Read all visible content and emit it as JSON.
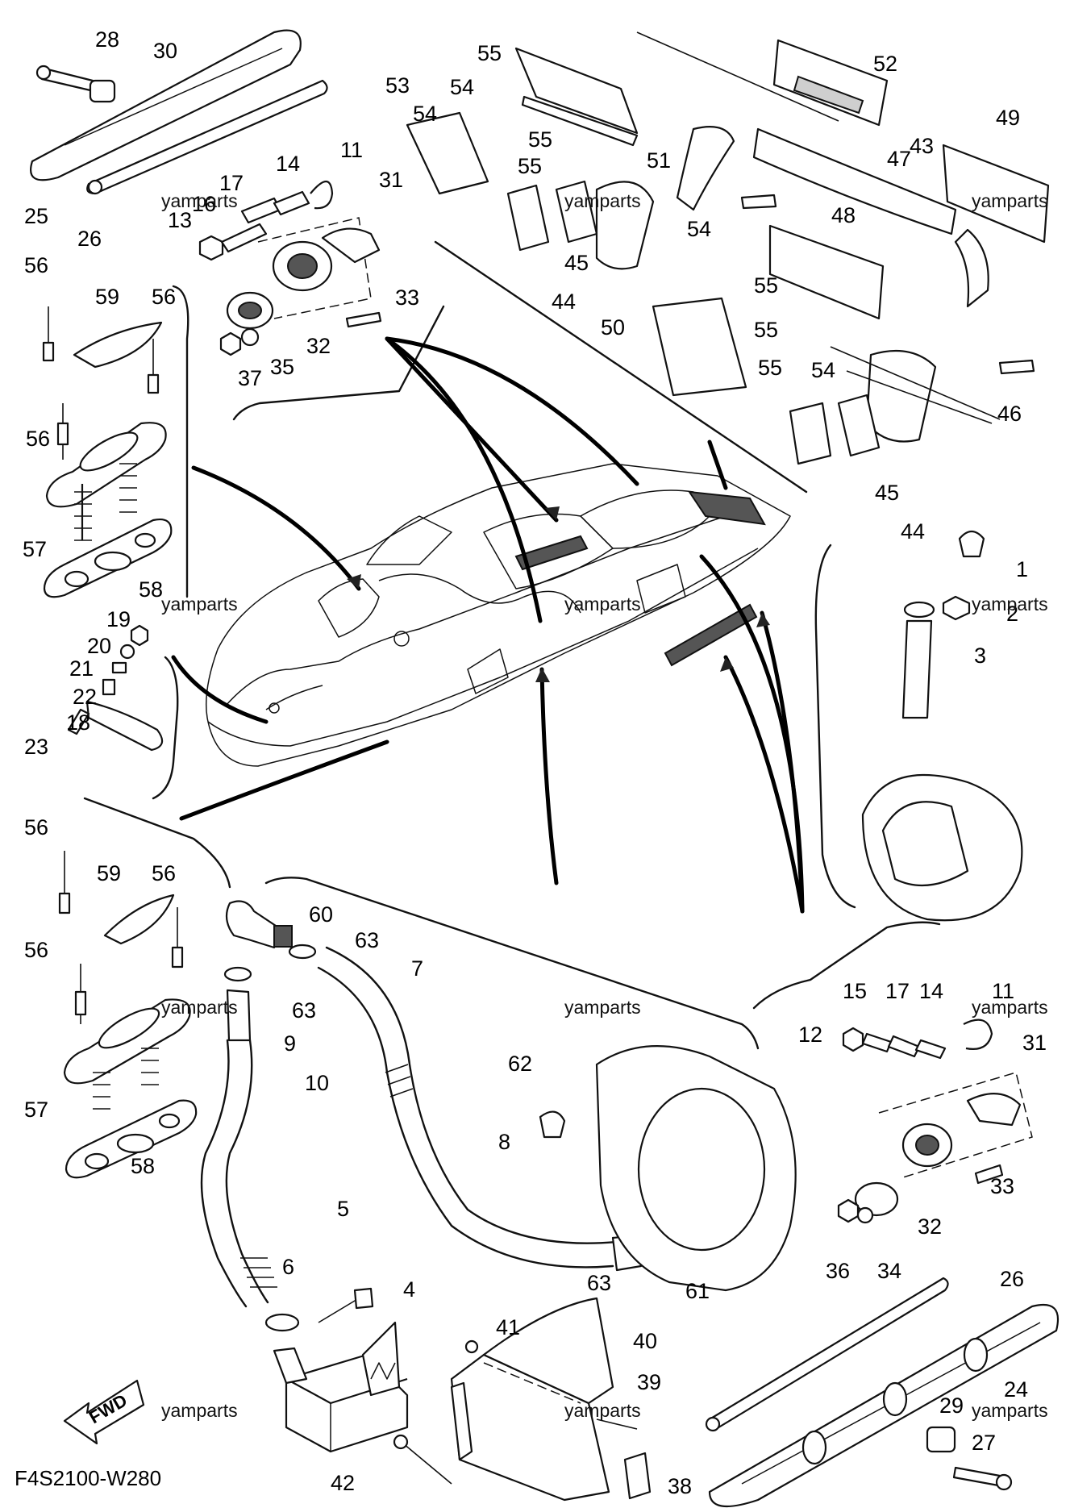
{
  "diagram": {
    "code": "F4S2100-W280",
    "watermark": "yamparts",
    "fwd_label": "FWD",
    "callouts": [
      "28",
      "30",
      "25",
      "26",
      "17",
      "14",
      "11",
      "16",
      "13",
      "31",
      "33",
      "32",
      "35",
      "37",
      "56",
      "59",
      "56",
      "56",
      "57",
      "58",
      "55",
      "54",
      "54",
      "55",
      "55",
      "53",
      "51",
      "52",
      "49",
      "43",
      "47",
      "48",
      "45",
      "44",
      "54",
      "55",
      "55",
      "55",
      "54",
      "50",
      "46",
      "45",
      "44",
      "1",
      "2",
      "3",
      "19",
      "20",
      "21",
      "22",
      "18",
      "23",
      "56",
      "59",
      "56",
      "56",
      "57",
      "58",
      "60",
      "63",
      "63",
      "9",
      "10",
      "7",
      "62",
      "8",
      "6",
      "5",
      "4",
      "41",
      "40",
      "39",
      "42",
      "38",
      "12",
      "15",
      "17",
      "14",
      "11",
      "31",
      "33",
      "32",
      "34",
      "36",
      "63",
      "61",
      "26",
      "24",
      "29",
      "27"
    ]
  }
}
